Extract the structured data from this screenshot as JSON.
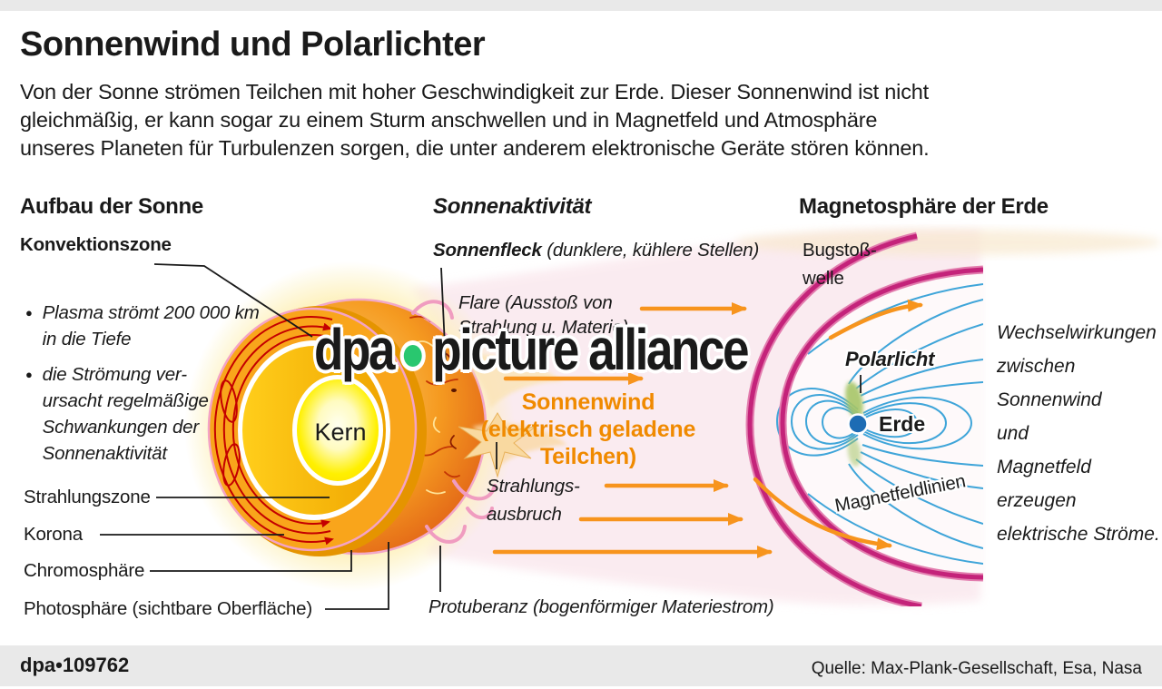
{
  "header": {
    "title": "Sonnenwind und Polarlichter",
    "intro_lines": [
      "Von der Sonne strömen Teilchen mit hoher Geschwindigkeit zur Erde. Dieser Sonnenwind ist nicht",
      "gleichmäßig, er kann sogar zu einem Sturm anschwellen und in Magnetfeld und Atmosphäre",
      "unseres Planeten für Turbulenzen sorgen, die unter anderem elektronische Geräte stören können."
    ]
  },
  "sections": {
    "sun_title": "Aufbau der Sonne",
    "activity_title": "Sonnenaktivität",
    "magnetosphere_title": "Magnetosphäre der Erde"
  },
  "sun_labels": {
    "konvektionszone": "Konvektionszone",
    "bullet1_lines": [
      "Plasma strömt 200 000 km",
      "in die Tiefe"
    ],
    "bullet2_lines": [
      "die Strömung ver-",
      "ursacht regelmäßige",
      "Schwankungen der",
      "Sonnenaktivität"
    ],
    "strahlungszone": "Strahlungszone",
    "korona": "Korona",
    "chromosphaere": "Chromosphäre",
    "photosphaere": "Photosphäre (sichtbare Oberfläche)",
    "kern": "Kern"
  },
  "activity_labels": {
    "sonnenfleck_bold": "Sonnenfleck",
    "sonnenfleck_rest": " (dunklere, kühlere Stellen)",
    "flare_line1": "Flare (Ausstoß von",
    "flare_line2": "Strahlung u. Materie)",
    "sonnenwind_lines": [
      "Sonnenwind",
      "(elektrisch geladene",
      "Teilchen)"
    ],
    "strahlungsausbruch_lines": [
      "Strahlungs-",
      "ausbruch"
    ],
    "protuberanz": "Protuberanz (bogenförmiger Materiestrom)"
  },
  "magnetosphere_labels": {
    "bugstoss_lines": [
      "Bugstoß-",
      "welle"
    ],
    "polarlicht": "Polarlicht",
    "erde": "Erde",
    "magnetfeldlinien": "Magnetfeldlinien",
    "side_lines": [
      "Wechselwirkungen",
      "zwischen",
      "Sonnenwind",
      "und",
      "Magnetfeld",
      "erzeugen",
      "elektrische Ströme."
    ]
  },
  "watermark": {
    "part1": "dpa",
    "part2": "picture alliance"
  },
  "footer": {
    "id": "dpa•109762",
    "source": "Quelle: Max-Plank-Gesellschaft, Esa, Nasa"
  },
  "colors": {
    "accent_orange": "#f08a00",
    "arrow_orange": "#f7941d",
    "magnetopause_magenta": "#c4237a",
    "field_line_blue": "#3fa5d9",
    "earth_blue": "#1d6cb4",
    "aurora_green": "#a6c566",
    "watermark_green": "#29c76f",
    "bar_gray": "#e9e9e9"
  }
}
